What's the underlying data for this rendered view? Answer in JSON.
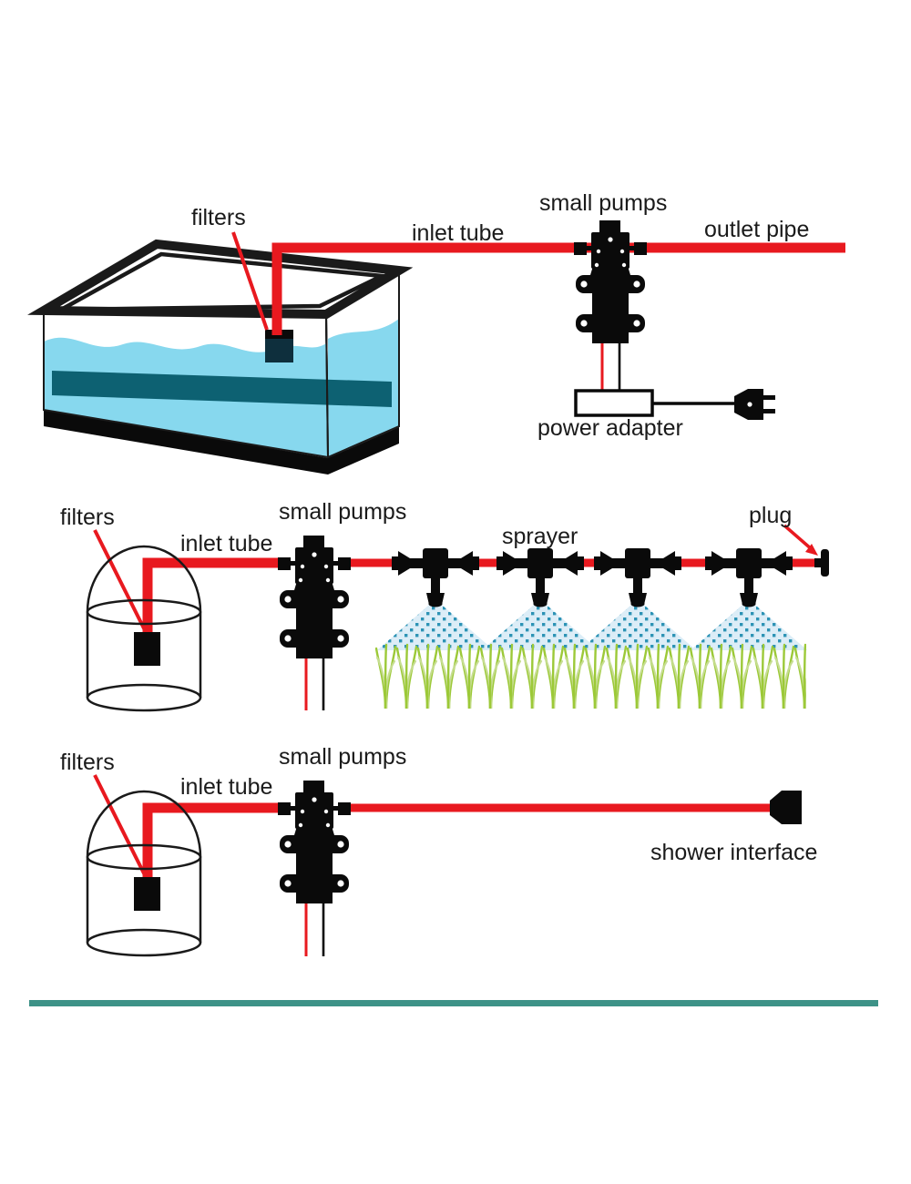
{
  "title": "water pump installation diagram",
  "colors": {
    "tube_red": "#e8191f",
    "pump_black": "#0a0a0a",
    "water_blue": "#87d8ee",
    "water_shadow": "#0d6172",
    "filter_navy": "#0e2f3d",
    "spray_blue": "#2d93b5",
    "spray_bg": "#dcedf7",
    "grass_green": "#9cc938",
    "grass_green_light": "#c6dd90",
    "divider_teal": "#3d9287",
    "label_text": "#1a1a1a"
  },
  "scenes": {
    "aquarium": {
      "labels": {
        "filters": "filters",
        "inlet_tube": "inlet tube",
        "small_pumps": "small pumps",
        "outlet_pipe": "outlet pipe",
        "power_adapter": "power adapter"
      }
    },
    "sprayer": {
      "labels": {
        "filters": "filters",
        "inlet_tube": "inlet tube",
        "small_pumps": "small pumps",
        "sprayer": "sprayer",
        "plug": "plug"
      }
    },
    "shower": {
      "labels": {
        "filters": "filters",
        "inlet_tube": "inlet tube",
        "small_pumps": "small pumps",
        "shower_interface": "shower interface"
      }
    }
  }
}
